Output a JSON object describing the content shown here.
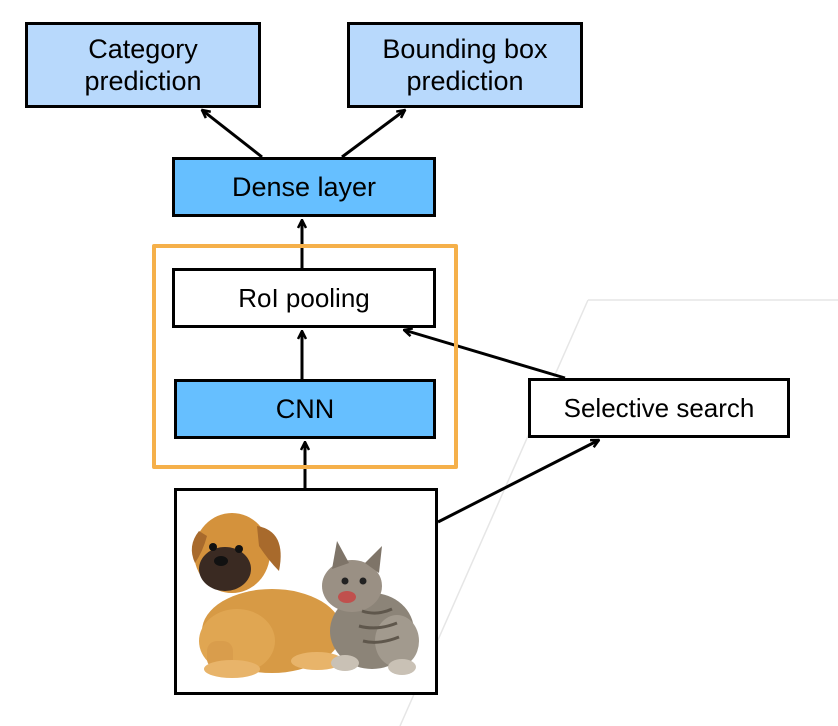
{
  "diagram": {
    "category_prediction": {
      "line1": "Category",
      "line2": "prediction"
    },
    "bounding_box_prediction": {
      "line1": "Bounding box",
      "line2": "prediction"
    },
    "dense_layer": "Dense layer",
    "roi_pooling": "RoI pooling",
    "cnn": "CNN",
    "selective_search": "Selective search",
    "input_image": {
      "subject": "puppy and kitten"
    }
  },
  "colors": {
    "output_box": "#b8d9fc",
    "layer_box": "#66bfff",
    "highlight": "#f5b04a",
    "stroke": "#000000"
  }
}
